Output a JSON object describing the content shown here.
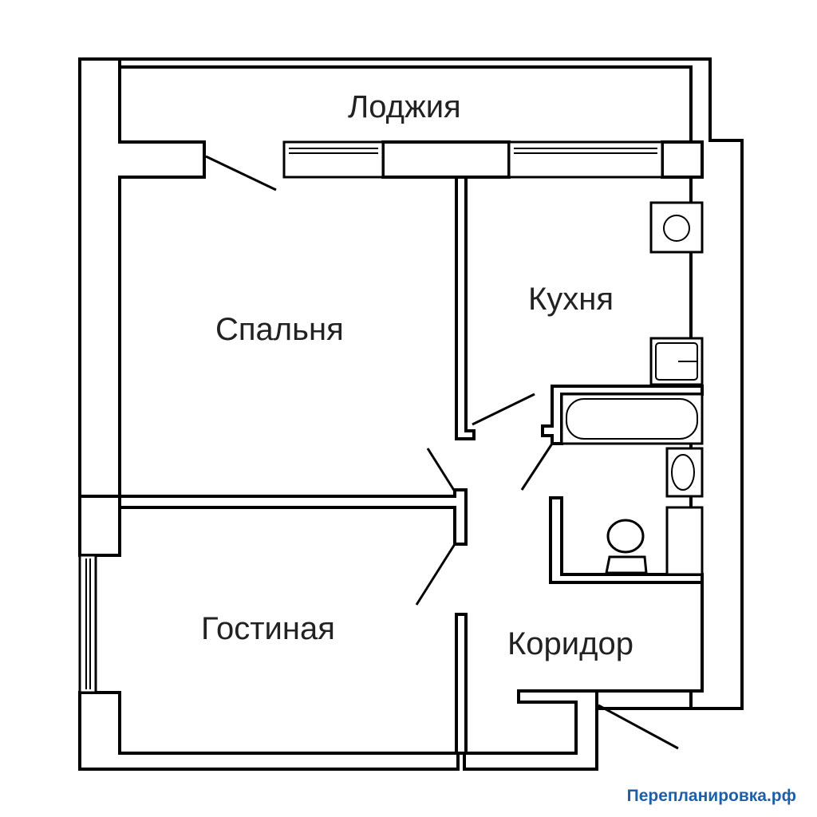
{
  "rooms": {
    "loggia": "Лоджия",
    "bedroom": "Спальня",
    "kitchen": "Кухня",
    "living": "Гостиная",
    "corridor": "Коридор"
  },
  "watermark": "Перепланировка.рф",
  "colors": {
    "lines": "#000000",
    "background": "#ffffff",
    "label_text": "#222222",
    "watermark": "#1f5fa8"
  }
}
